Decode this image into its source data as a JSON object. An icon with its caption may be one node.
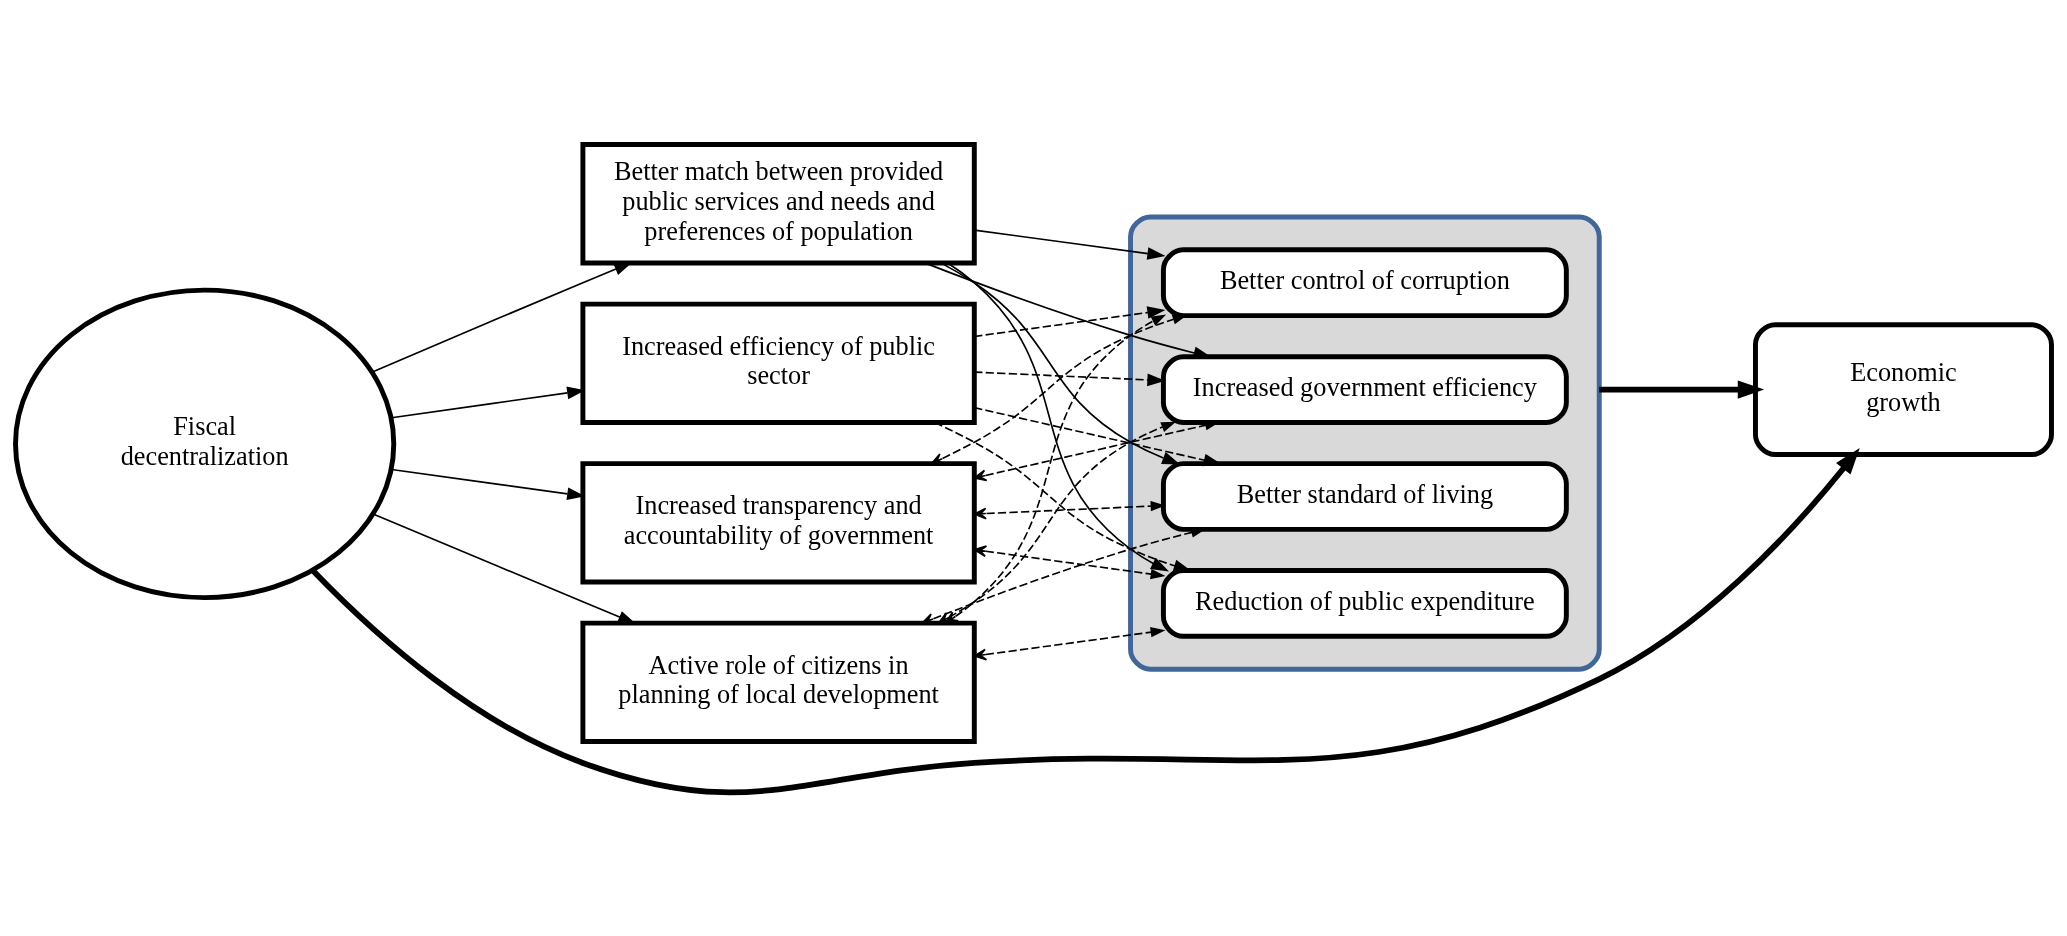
{
  "diagram": {
    "nodes": [
      {
        "text": [
          "Fiscal decentralization"
        ]
      },
      {
        "text": [
          "Better match between provided public services and needs and preferences of population"
        ]
      },
      {
        "text": [
          "Increased efficiency of public sector"
        ]
      },
      {
        "text": [
          "Increased transparency and accountability of government"
        ]
      },
      {
        "text": [
          "Active role of citizens in planning of local development"
        ]
      },
      {
        "text": [],
        "shape": "box"
      },
      {
        "text": [
          "Increased government efficiency"
        ],
        "in": 5
      },
      {
        "text": [
          "Better control of corruption"
        ],
        "in": 5
      },
      {
        "text": [
          "Reduction of public expenditure"
        ],
        "in": 5
      },
      {
        "text": [
          "Better standard of living"
        ],
        "in": 5
      },
      {
        "text": [
          "Economic growth"
        ]
      }
    ],
    "edges": [
      {
        "from": 0,
        "to": 1,
        "arrow": "to"
      },
      {
        "from": 0,
        "to": 2,
        "arrow": "to"
      },
      {
        "from": 0,
        "to": 3,
        "arrow": "to"
      },
      {
        "from": 0,
        "to": 4,
        "arrow": "to"
      },
      {
        "from": 1,
        "to": 6,
        "arrow": "to"
      },
      {
        "from": 1,
        "to": 7,
        "arrow": "to"
      },
      {
        "from": 1,
        "to": 8,
        "arrow": "to"
      },
      {
        "from": 1,
        "to": 9,
        "arrow": "to"
      },
      {
        "from": 2,
        "to": 6,
        "arrow": "to",
        "style": "dashed"
      },
      {
        "from": 2,
        "to": 7,
        "arrow": "to",
        "style": "dashed"
      },
      {
        "from": 2,
        "to": 8,
        "arrow": "to",
        "style": "dashed"
      },
      {
        "from": 2,
        "to": 9,
        "arrow": "to",
        "style": "dashed"
      },
      {
        "from": 3,
        "to": 6,
        "arrow": "both",
        "style": "dashed"
      },
      {
        "from": 3,
        "to": 7,
        "arrow": "both",
        "style": "dashed"
      },
      {
        "from": 3,
        "to": 8,
        "arrow": "both",
        "style": "dashed"
      },
      {
        "from": 3,
        "to": 9,
        "arrow": "both",
        "style": "dashed"
      },
      {
        "from": 4,
        "to": 6,
        "arrow": "both",
        "style": "dashed"
      },
      {
        "from": 4,
        "to": 7,
        "arrow": "both",
        "style": "dashed"
      },
      {
        "from": 4,
        "to": 8,
        "arrow": "both",
        "style": "dashed"
      },
      {
        "from": 4,
        "to": 9,
        "arrow": "both",
        "style": "dashed"
      },
      {
        "from": 5,
        "to": 10,
        "arrow": "to",
        "style": "thick"
      },
      {
        "from": 0,
        "to": 10,
        "arrow": "to",
        "style": "thick"
      }
    ]
  }
}
